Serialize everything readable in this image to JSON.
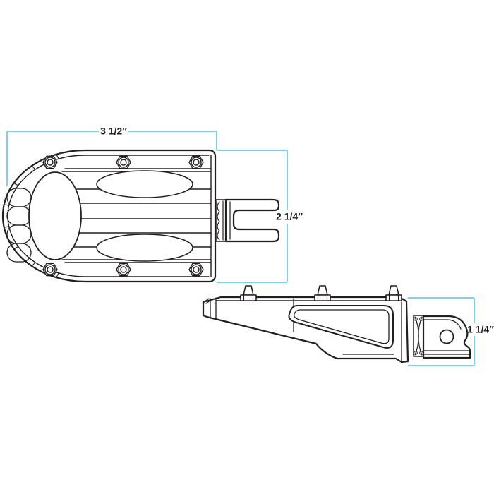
{
  "diagram": {
    "type": "technical-two-view-drawing",
    "subject": "foot peg",
    "background_color": "#ffffff",
    "outline_color": "#231f20",
    "dimension_line_color": "#7dd2ef",
    "views": {
      "top_view": {
        "dimensions": {
          "width_label": "3 1/2″",
          "depth_label": "2 1/4″"
        },
        "features": [
          "six hex bolts",
          "oval foot pad",
          "ribbed surface",
          "scalloped edge",
          "clevis fork mount"
        ]
      },
      "side_view": {
        "dimensions": {
          "height_label": "1 1/4″"
        },
        "features": [
          "three mounting studs",
          "triangular cutout window",
          "knurled adjuster joint",
          "mount bracket with hole"
        ]
      }
    }
  }
}
